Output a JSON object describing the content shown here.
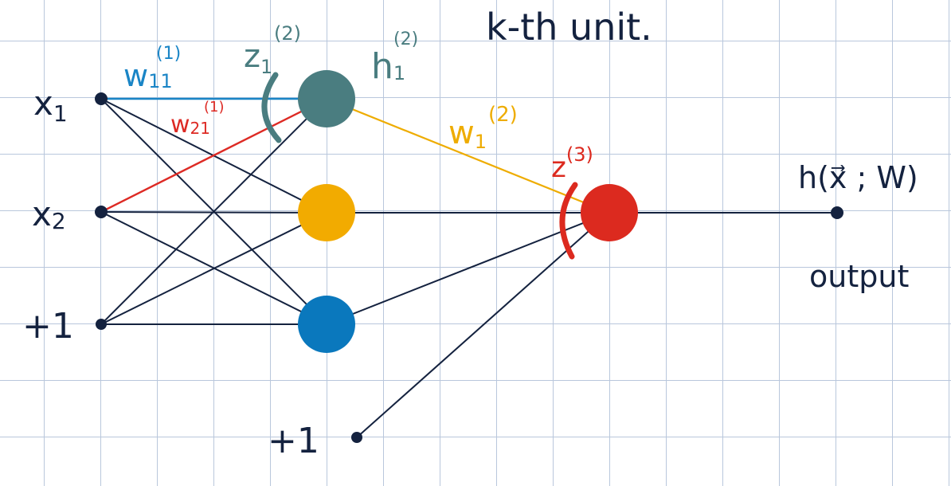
{
  "title": "k-th unit.",
  "inputs": {
    "x1": "x",
    "x1_sub": "1",
    "x2": "x",
    "x2_sub": "2",
    "bias": "+1"
  },
  "hidden_bias": "+1",
  "weights": {
    "w11": {
      "base": "w",
      "sub": "11",
      "sup": "(1)"
    },
    "w21": {
      "base": "w",
      "sub": "21",
      "sup": "(1)"
    },
    "w1": {
      "base": "w",
      "sub": "1",
      "sup": "(2)"
    }
  },
  "preactivations": {
    "z1_2": {
      "base": "z",
      "sub": "1",
      "sup": "(2)"
    },
    "z_3": {
      "base": "z",
      "sup": "(3)"
    }
  },
  "activation": {
    "base": "h",
    "sub": "1",
    "sup": "(2)"
  },
  "output": {
    "formula": "h(x⃗ ; W)",
    "label": "output"
  },
  "colors": {
    "ink": "#14223f",
    "hidden1": "#4a7d80",
    "hidden2": "#f2ab00",
    "hidden3": "#0a78bd",
    "output_node": "#dc2a1f",
    "w11": "#1a85c6",
    "w21": "#dd2a24",
    "w1": "#eeac00",
    "grid": "#b9c7dc"
  }
}
